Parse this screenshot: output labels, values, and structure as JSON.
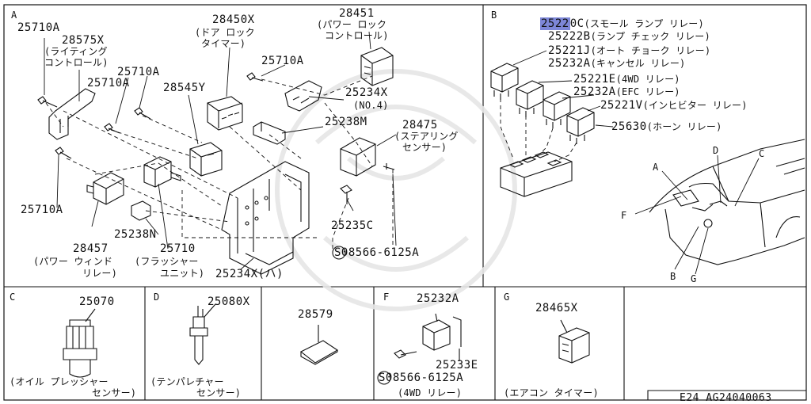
{
  "page": {
    "code": "E24 AG24040063"
  },
  "panelA": {
    "letter": "A",
    "parts": {
      "p25710a_1": "25710A",
      "p28575x": "28575X",
      "p28575x_desc1": "(ライティング",
      "p28575x_desc2": "コントロール)",
      "p25710a_2": "25710A",
      "p25710a_3": "25710A",
      "p28450x": "28450X",
      "p28450x_desc1": "(ドア ロック",
      "p28450x_desc2": "タイマー)",
      "p28451": "28451",
      "p28451_desc1": "(パワー ロック",
      "p28451_desc2": "コントロール)",
      "p25710a_4": "25710A",
      "p28545y": "28545Y",
      "p25234x": "25234X",
      "p25234x_no": "(NO.4)",
      "p25238m": "25238M",
      "p28475": "28475",
      "p28475_desc1": "(ステアリング",
      "p28475_desc2": "センサー)",
      "p25710a_5": "25710A",
      "p25238n": "25238N",
      "p25235c": "25235C",
      "p28457": "28457",
      "p28457_desc1": "(パワー ウィンド",
      "p28457_desc2": "リレー)",
      "p25710": "25710",
      "p25710_desc1": "(フラッシャー",
      "p25710_desc2": "ユニット)",
      "p25234x_ha": "25234X(ハ)",
      "p08566": "S08566-6125A"
    }
  },
  "panelB": {
    "letter": "B",
    "relays": [
      {
        "highlight": "2522",
        "number": "0C",
        "desc": "(スモール ランプ リレー)"
      },
      {
        "number": "25222B",
        "desc": "(ランプ チェック リレー)"
      },
      {
        "number": "25221J",
        "desc": "(オート チョーク リレー)"
      },
      {
        "number": "25232A",
        "desc": "(キャンセル リレー)"
      },
      {
        "number": "25221E",
        "desc": "(4WD リレー)"
      },
      {
        "number": "25232A",
        "desc": "(EFC リレー)"
      },
      {
        "number": "25221V",
        "desc": "(インヒビター リレー)"
      },
      {
        "number": "25630",
        "desc": "(ホーン リレー)"
      }
    ],
    "locators": {
      "a": "A",
      "b": "B",
      "c": "C",
      "d": "D",
      "f": "F",
      "g": "G"
    }
  },
  "bottom": {
    "c": {
      "letter": "C",
      "number": "25070",
      "desc1": "(オイル プレッシャー",
      "desc2": "センサー)"
    },
    "d": {
      "letter": "D",
      "number": "25080X",
      "desc1": "(テンパレチャー",
      "desc2": "センサー)"
    },
    "e": {
      "number": "28579"
    },
    "f": {
      "letter": "F",
      "number": "25232A",
      "number2": "25233E",
      "screw": "S08566-6125A",
      "desc": "(4WD リレー)"
    },
    "g": {
      "letter": "G",
      "number": "28465X",
      "desc": "(エアコン タイマー)"
    }
  }
}
